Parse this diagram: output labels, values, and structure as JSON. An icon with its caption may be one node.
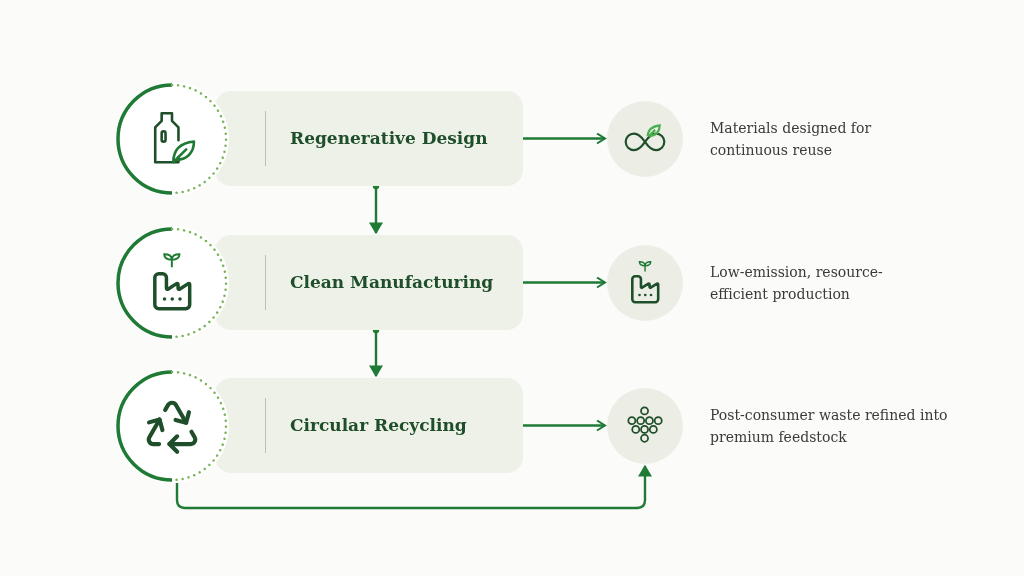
{
  "diagram": {
    "nodes": [
      {
        "text": [],
        "shape": "circle"
      },
      {
        "text": [
          "Regenerative Design"
        ]
      },
      {
        "text": [],
        "shape": "circle",
        "beside": [
          "Materials designed for continuous reuse"
        ]
      },
      {
        "text": [],
        "shape": "circle"
      },
      {
        "text": [
          "Clean Manufacturing"
        ]
      },
      {
        "text": [],
        "shape": "circle",
        "beside": [
          "Low-emission, resource-efficient production"
        ]
      },
      {
        "text": [],
        "shape": "circle"
      },
      {
        "text": [
          "Circular Recycling"
        ]
      },
      {
        "text": [],
        "shape": "circle",
        "beside": [
          "Post-consumer waste refined into premium feedstock"
        ]
      }
    ],
    "edges": [
      {
        "from": 1,
        "to": 2,
        "arrow": "to"
      },
      {
        "from": 1,
        "to": 4,
        "arrow": "to"
      },
      {
        "from": 4,
        "to": 5,
        "arrow": "to"
      },
      {
        "from": 4,
        "to": 7,
        "arrow": "to"
      },
      {
        "from": 7,
        "to": 8,
        "arrow": "to"
      },
      {
        "from": 6,
        "to": 8,
        "arrow": "to"
      }
    ]
  }
}
